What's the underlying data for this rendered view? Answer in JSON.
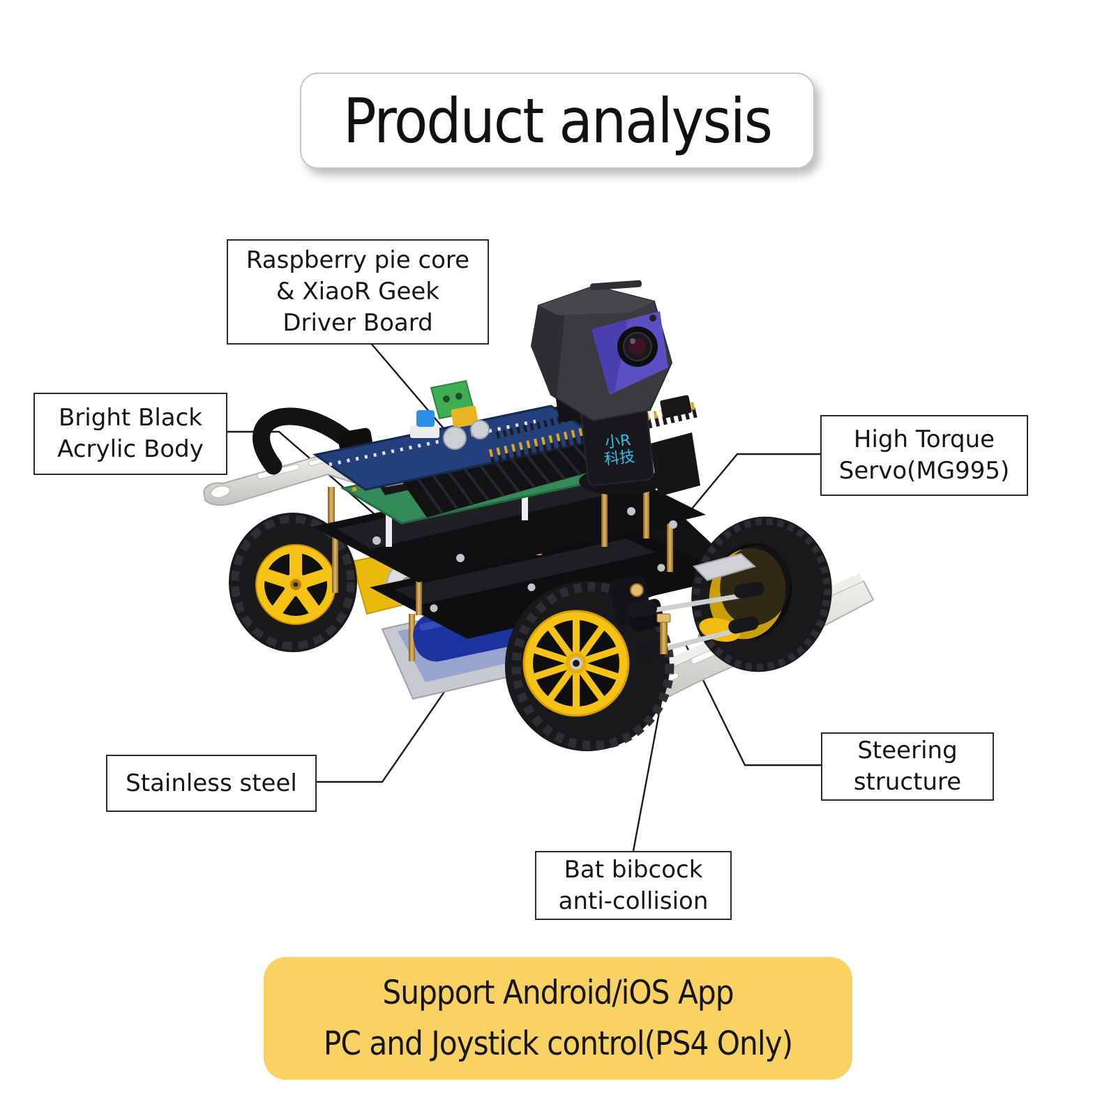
{
  "title": "Product analysis",
  "callouts": [
    {
      "id": "raspberry-driver-board",
      "lines": [
        "Raspberry pie core",
        "& XiaoR Geek",
        "Driver Board"
      ]
    },
    {
      "id": "acrylic-body",
      "lines": [
        "Bright Black",
        "Acrylic Body"
      ]
    },
    {
      "id": "high-torque-servo",
      "lines": [
        "High Torque",
        "Servo(MG995)"
      ]
    },
    {
      "id": "stainless-steel",
      "lines": [
        "Stainless steel"
      ]
    },
    {
      "id": "steering-structure",
      "lines": [
        "Steering",
        "structure"
      ]
    },
    {
      "id": "bat-bibcock",
      "lines": [
        "Bat bibcock",
        "anti-collision"
      ]
    }
  ],
  "banner": {
    "lines": [
      "Support Android/iOS App",
      "PC and Joystick control(PS4 Only)"
    ]
  },
  "product": {
    "camera_logo_line1": "小R",
    "camera_logo_line2": "科技"
  },
  "colors": {
    "banner_bg": "#F9D263",
    "label_border": "#2B2B2B",
    "leader_line": "#1A1A1A",
    "wheel_yellow": "#F5C215",
    "camera_face_purple": "#5B4FC4",
    "battery_blue": "#2846C8",
    "logo_cyan": "#2FC0E8",
    "stainless_silver": "#D8D8D3",
    "acrylic_black": "#111114",
    "brass_gold": "#C9A04E"
  }
}
